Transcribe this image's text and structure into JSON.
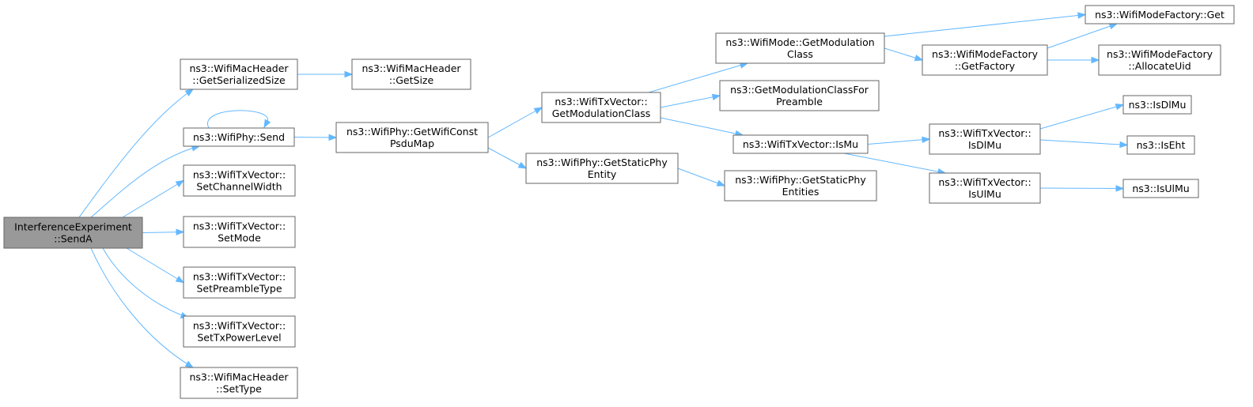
{
  "colors": {
    "edge": "#63b8ff",
    "node_border": "#666666",
    "root_fill": "#999999",
    "node_fill": "#ffffff"
  },
  "nodes": {
    "sendA": [
      "InterferenceExperiment",
      "::SendA"
    ],
    "macGetSerializedSize": [
      "ns3::WifiMacHeader",
      "::GetSerializedSize"
    ],
    "macGetSize": [
      "ns3::WifiMacHeader",
      "::GetSize"
    ],
    "phySend": [
      "ns3::WifiPhy::Send"
    ],
    "phyGetWifiConstPsduMap": [
      "ns3::WifiPhy::GetWifiConst",
      "PsduMap"
    ],
    "txvGetModulationClass": [
      "ns3::WifiTxVector::",
      "GetModulationClass"
    ],
    "modeGetModulationClass": [
      "ns3::WifiMode::GetModulation",
      "Class"
    ],
    "modeFactoryGet": [
      "ns3::WifiModeFactory::Get"
    ],
    "modeFactoryGetFactory": [
      "ns3::WifiModeFactory",
      "::GetFactory"
    ],
    "modeFactoryAllocateUid": [
      "ns3::WifiModeFactory",
      "::AllocateUid"
    ],
    "getModulationClassForPreamble": [
      "ns3::GetModulationClassFor",
      "Preamble"
    ],
    "txvIsMu": [
      "ns3::WifiTxVector::IsMu"
    ],
    "txvIsDlMu": [
      "ns3::WifiTxVector::",
      "IsDlMu"
    ],
    "isDlMu": [
      "ns3::IsDlMu"
    ],
    "isEht": [
      "ns3::IsEht"
    ],
    "txvIsUlMu": [
      "ns3::WifiTxVector::",
      "IsUlMu"
    ],
    "isUlMu": [
      "ns3::IsUlMu"
    ],
    "phyGetStaticPhyEntity": [
      "ns3::WifiPhy::GetStaticPhy",
      "Entity"
    ],
    "phyGetStaticPhyEntities": [
      "ns3::WifiPhy::GetStaticPhy",
      "Entities"
    ],
    "txvSetChannelWidth": [
      "ns3::WifiTxVector::",
      "SetChannelWidth"
    ],
    "txvSetMode": [
      "ns3::WifiTxVector::",
      "SetMode"
    ],
    "txvSetPreambleType": [
      "ns3::WifiTxVector::",
      "SetPreambleType"
    ],
    "txvSetTxPowerLevel": [
      "ns3::WifiTxVector::",
      "SetTxPowerLevel"
    ],
    "macSetType": [
      "ns3::WifiMacHeader",
      "::SetType"
    ]
  },
  "edges": [
    [
      "sendA",
      "macGetSerializedSize"
    ],
    [
      "sendA",
      "phySend"
    ],
    [
      "sendA",
      "txvSetChannelWidth"
    ],
    [
      "sendA",
      "txvSetMode"
    ],
    [
      "sendA",
      "txvSetPreambleType"
    ],
    [
      "sendA",
      "txvSetTxPowerLevel"
    ],
    [
      "sendA",
      "macSetType"
    ],
    [
      "macGetSerializedSize",
      "macGetSize"
    ],
    [
      "phySend",
      "phySend"
    ],
    [
      "phySend",
      "phyGetWifiConstPsduMap"
    ],
    [
      "phyGetWifiConstPsduMap",
      "txvGetModulationClass"
    ],
    [
      "phyGetWifiConstPsduMap",
      "phyGetStaticPhyEntity"
    ],
    [
      "txvGetModulationClass",
      "modeGetModulationClass"
    ],
    [
      "txvGetModulationClass",
      "getModulationClassForPreamble"
    ],
    [
      "txvGetModulationClass",
      "txvIsMu"
    ],
    [
      "modeGetModulationClass",
      "modeFactoryGet"
    ],
    [
      "modeGetModulationClass",
      "modeFactoryGetFactory"
    ],
    [
      "modeFactoryGetFactory",
      "modeFactoryGet"
    ],
    [
      "modeFactoryGetFactory",
      "modeFactoryAllocateUid"
    ],
    [
      "txvIsMu",
      "txvIsDlMu"
    ],
    [
      "txvIsMu",
      "txvIsUlMu"
    ],
    [
      "txvIsDlMu",
      "isDlMu"
    ],
    [
      "txvIsDlMu",
      "isEht"
    ],
    [
      "txvIsUlMu",
      "isUlMu"
    ],
    [
      "phyGetStaticPhyEntity",
      "phyGetStaticPhyEntities"
    ]
  ]
}
